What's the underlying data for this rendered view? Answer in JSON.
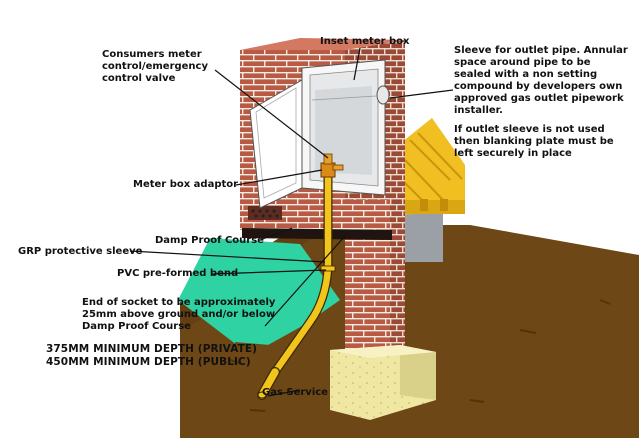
{
  "labels": {
    "consumers_valve": "Consumers meter\ncontrol/emergency\ncontrol valve",
    "inset_meter_box": "Inset meter box",
    "sleeve_note": "Sleeve for outlet pipe. Annular\nspace around pipe to be\nsealed with a non setting\ncompound by developers own\napproved gas outlet pipework\ninstaller.",
    "blanking_note": "If outlet sleeve is not used\nthen blanking plate must be\nleft securely in place",
    "meter_box_adaptor": "Meter box adaptor",
    "damp_proof_course": "Damp Proof Course",
    "grp_sleeve": "GRP protective sleeve",
    "pvc_bend": "PVC pre-formed bend",
    "end_of_socket": "End of socket to be approximately\n25mm above ground and/or below\nDamp Proof Course",
    "depth_private": "375MM MINIMUM DEPTH (PRIVATE)",
    "depth_public": "450MM MINIMUM DEPTH  (PUBLIC)",
    "gas_service": "Gas Service"
  },
  "colors": {
    "brick": "#b85a44",
    "mortar": "#f3ece2",
    "soil": "#6e4716",
    "soil_dark": "#53320c",
    "grp_sleeve": "#2fd3a3",
    "gas_pipe": "#f2c41c",
    "footing": "#efe7a2",
    "meter_box": "#f7f7f7",
    "roof_timber": "#f1bf21",
    "inner_wall": "#9aa0a5"
  }
}
